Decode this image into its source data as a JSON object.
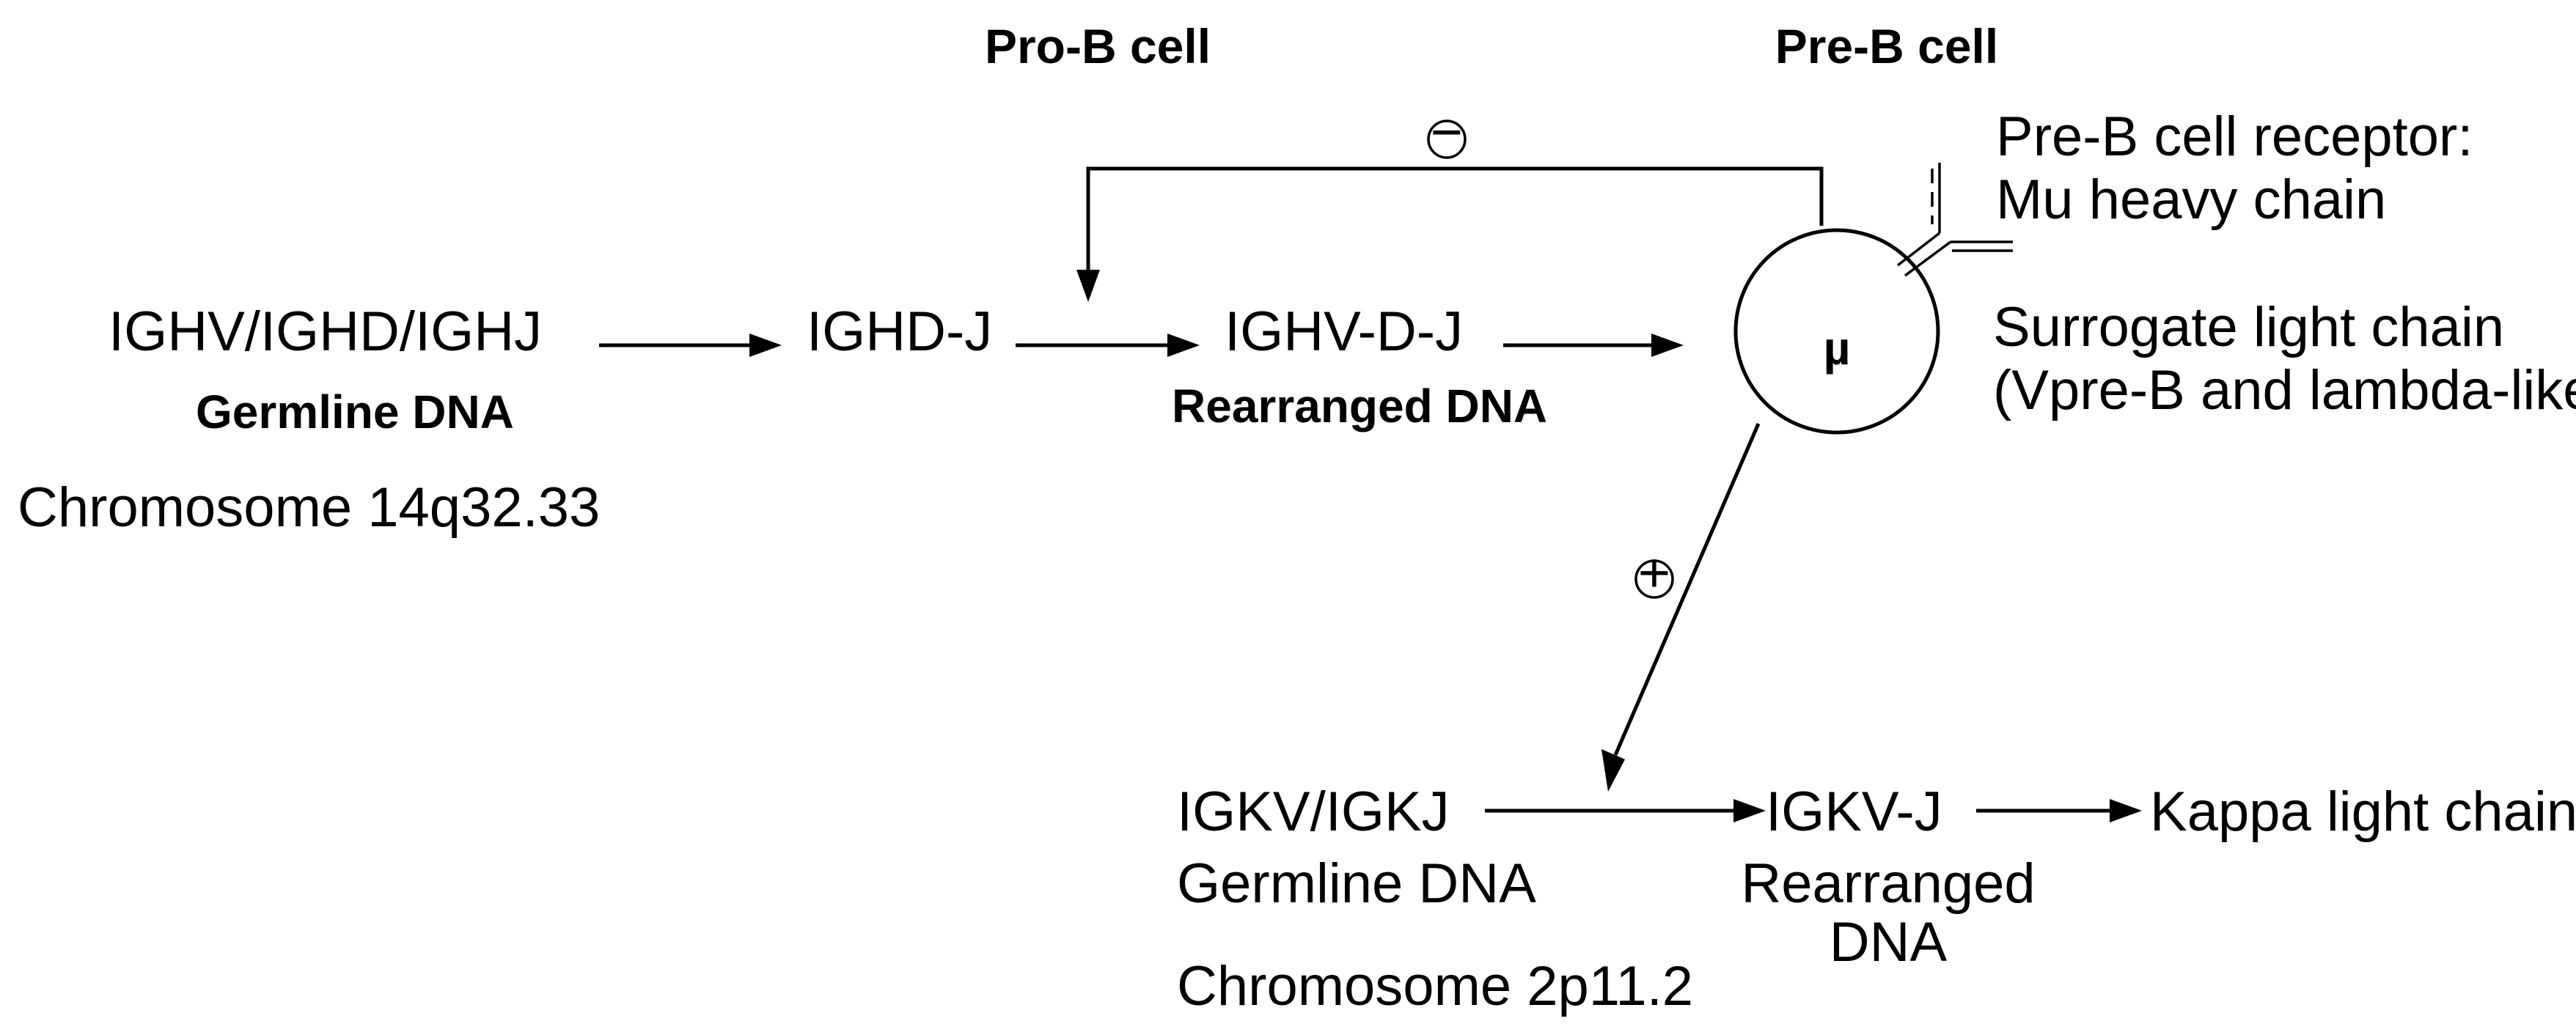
{
  "stages": {
    "pro_b": "Pro-B cell",
    "pre_b": "Pre-B cell"
  },
  "heavy_chain": {
    "germline_genes": "IGHV/IGHD/IGHJ",
    "germline_label": "Germline DNA",
    "chromosome": "Chromosome 14q32.33",
    "dj_product": "IGHD-J",
    "vdj_product": "IGHV-D-J",
    "rearranged_label": "Rearranged DNA"
  },
  "pre_b_cell": {
    "mu_symbol": "µ",
    "receptor_line1": "Pre-B cell receptor:",
    "receptor_line2": "Mu heavy chain",
    "surrogate_line1": "Surrogate light chain",
    "surrogate_line2": "(Vpre-B and lambda-like)"
  },
  "feedback": {
    "negative": "−",
    "positive": "+"
  },
  "kappa_chain": {
    "germline_genes": "IGKV/IGKJ",
    "germline_label": "Germline DNA",
    "chromosome": "Chromosome 2p11.2",
    "vj_product": "IGKV-J",
    "rearranged_line1": "Rearranged",
    "rearranged_line2": "DNA",
    "final_product": "Kappa light chain"
  }
}
